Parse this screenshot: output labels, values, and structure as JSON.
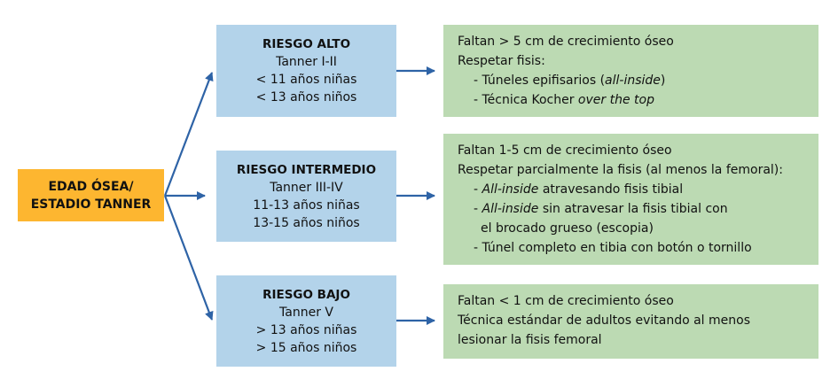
{
  "root": {
    "label": [
      "EDAD ÓSEA/",
      "ESTADIO TANNER"
    ]
  },
  "risks": [
    {
      "title": "RIESGO ALTO",
      "tanner": "Tanner I-II",
      "girls": "< 11 años niñas",
      "boys": "< 13 años niños"
    },
    {
      "title": "RIESGO INTERMEDIO",
      "tanner": "Tanner III-IV",
      "girls": "11-13 años niñas",
      "boys": "13-15 años niños"
    },
    {
      "title": "RIESGO BAJO",
      "tanner": "Tanner V",
      "girls": "> 13 años niñas",
      "boys": "> 15 años niños"
    }
  ],
  "treatments": [
    {
      "lines": [
        {
          "indent": 0,
          "parts": [
            {
              "t": "Faltan > 5 cm de crecimiento óseo"
            }
          ]
        },
        {
          "indent": 0,
          "parts": [
            {
              "t": "Respetar fisis:"
            }
          ]
        },
        {
          "indent": 1,
          "parts": [
            {
              "t": "- Túneles epifisarios ("
            },
            {
              "t": "all-inside",
              "i": true
            },
            {
              "t": ")"
            }
          ]
        },
        {
          "indent": 1,
          "parts": [
            {
              "t": "- Técnica Kocher "
            },
            {
              "t": "over the top",
              "i": true
            }
          ]
        }
      ]
    },
    {
      "lines": [
        {
          "indent": 0,
          "parts": [
            {
              "t": "Faltan 1-5 cm de crecimiento óseo"
            }
          ]
        },
        {
          "indent": 0,
          "parts": [
            {
              "t": "Respetar parcialmente la fisis (al menos la femoral):"
            }
          ]
        },
        {
          "indent": 1,
          "parts": [
            {
              "t": "- "
            },
            {
              "t": "All-inside",
              "i": true
            },
            {
              "t": " atravesando fisis tibial"
            }
          ]
        },
        {
          "indent": 1,
          "parts": [
            {
              "t": "- "
            },
            {
              "t": "All-inside",
              "i": true
            },
            {
              "t": " sin atravesar la fisis tibial con"
            }
          ]
        },
        {
          "indent": 2,
          "parts": [
            {
              "t": "el brocado grueso (escopia)"
            }
          ]
        },
        {
          "indent": 1,
          "parts": [
            {
              "t": "- Túnel completo en tibia con botón o tornillo"
            }
          ]
        }
      ]
    },
    {
      "lines": [
        {
          "indent": 0,
          "parts": [
            {
              "t": "Faltan < 1 cm de crecimiento óseo"
            }
          ]
        },
        {
          "indent": 0,
          "parts": [
            {
              "t": "Técnica estándar de adultos evitando al menos"
            }
          ]
        },
        {
          "indent": 0,
          "parts": [
            {
              "t": "lesionar la fisis femoral"
            }
          ]
        }
      ]
    }
  ],
  "colors": {
    "arrow": "#2E63A6",
    "root": "#FDB630",
    "risk": "#B3D3EA",
    "treatment": "#BCDAB3"
  }
}
